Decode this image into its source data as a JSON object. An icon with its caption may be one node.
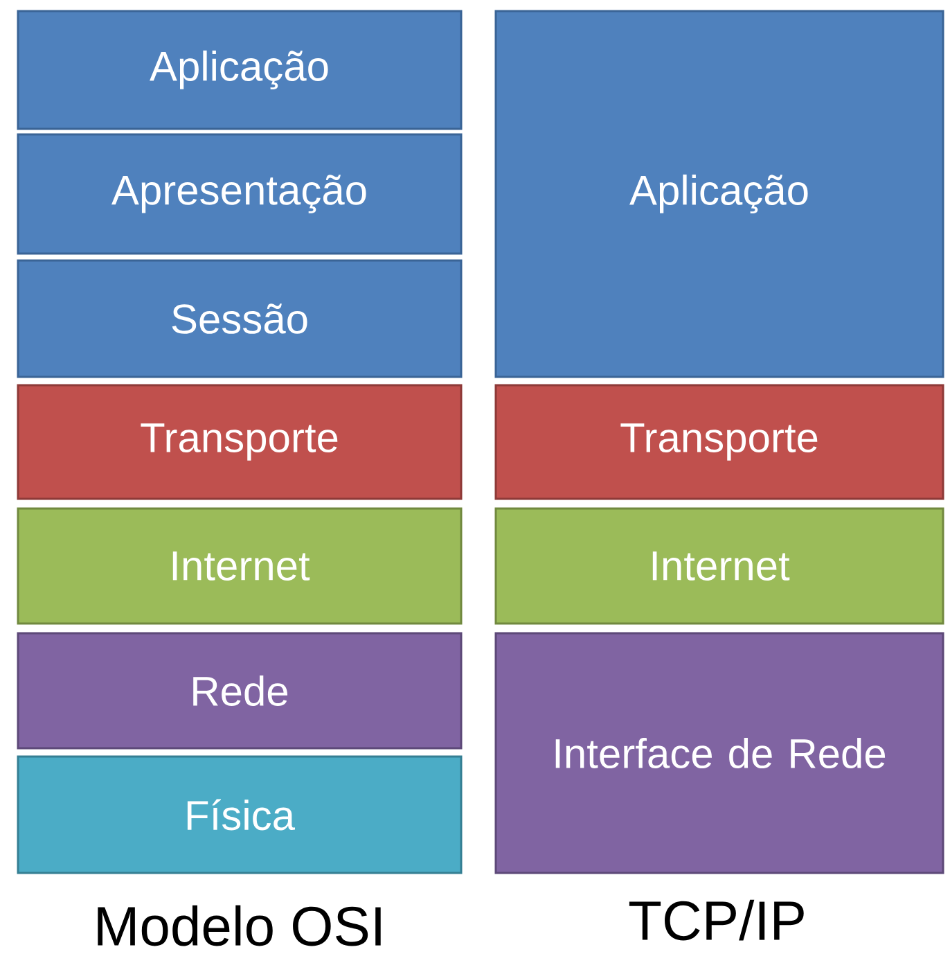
{
  "diagram": {
    "nodes": [
      {
        "text": [
          "Aplicação"
        ]
      },
      {
        "text": [
          "Apresentação"
        ]
      },
      {
        "text": [
          "Sessão"
        ]
      },
      {
        "text": [
          "Transporte"
        ]
      },
      {
        "text": [
          "Internet"
        ]
      },
      {
        "text": [
          "Rede"
        ]
      },
      {
        "text": [
          "Física"
        ]
      },
      {
        "text": [
          "Aplicação"
        ]
      },
      {
        "text": [
          "Transporte"
        ]
      },
      {
        "text": [
          "Internet"
        ]
      },
      {
        "text": [
          "Interface de Rede"
        ]
      }
    ],
    "labels": [
      "Modelo OSI",
      "TCP/IP"
    ]
  }
}
